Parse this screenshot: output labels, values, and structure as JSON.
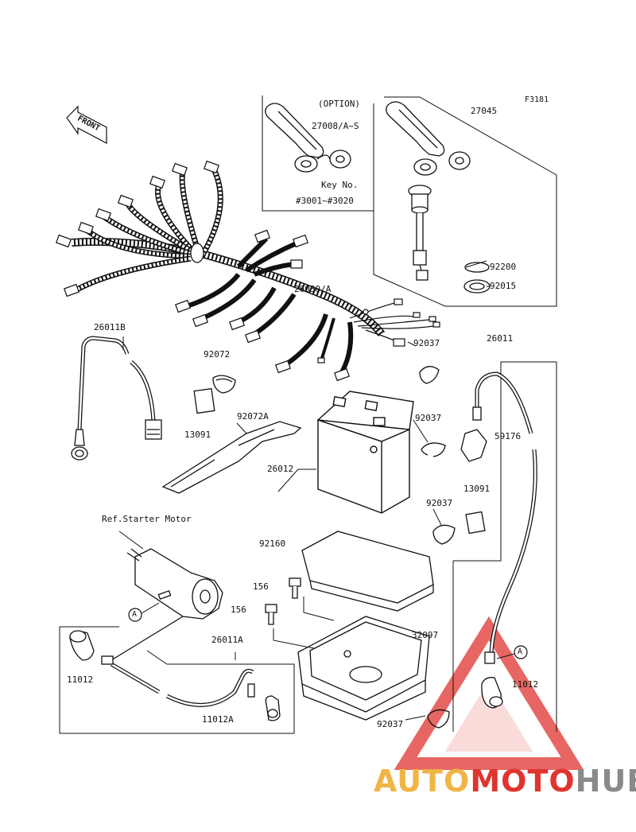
{
  "figure_code": "F3181",
  "front_label": "FRONT",
  "option": {
    "title": "(OPTION)",
    "part": "27008/A~S",
    "key_no_label": "Key No.",
    "key_range": "#3001~#3020"
  },
  "parts": {
    "p27045": "27045",
    "p92200": "92200",
    "p92015": "92015",
    "p26030A": "26030/A",
    "p26011B": "26011B",
    "p92072": "92072",
    "p13091a": "13091",
    "p92072A": "92072A",
    "p26012": "26012",
    "p92037a": "92037",
    "p92037b": "92037",
    "p92037c": "92037",
    "p92037d": "92037",
    "p26011": "26011",
    "p59176": "59176",
    "p13091b": "13091",
    "p92160": "92160",
    "p156a": "156",
    "p156b": "156",
    "p32097": "32097",
    "p26011A": "26011A",
    "p11012a": "11012",
    "p11012b": "11012",
    "p11012A": "11012A"
  },
  "ref_starter": "Ref.Starter Motor",
  "marker_a": "A",
  "watermark": {
    "part1": "AUTO",
    "part2": "MOTO",
    "part3": "HUB",
    "colors": {
      "part1": "#f0b545",
      "part2": "#e0342f",
      "part3": "#8a8a8a",
      "triangle": "#e0342f"
    }
  }
}
